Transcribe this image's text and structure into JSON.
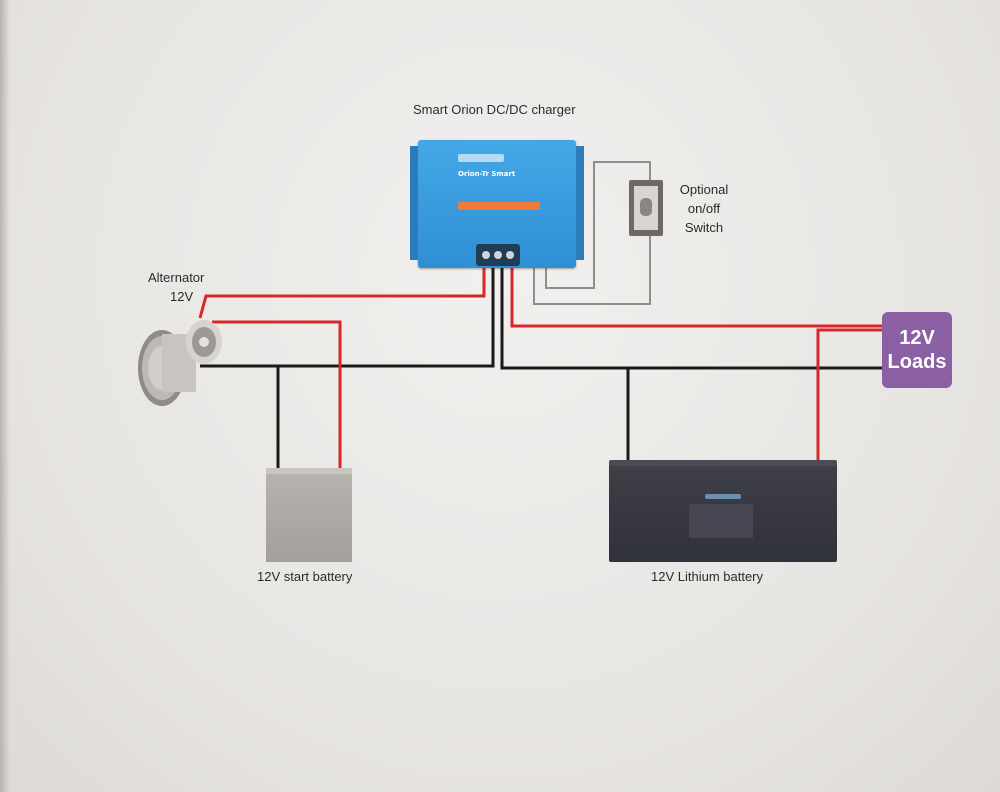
{
  "charger": {
    "title": "Smart Orion DC/DC charger",
    "model_text": "Orion-Tr Smart",
    "icon": "dc-dc-charger-icon"
  },
  "switch": {
    "label_line1": "Optional",
    "label_line2": "on/off",
    "label_line3": "Switch",
    "icon": "toggle-switch-icon"
  },
  "alternator": {
    "label_line1": "Alternator",
    "label_line2": "12V",
    "icon": "alternator-icon"
  },
  "loads": {
    "line1": "12V",
    "line2": "Loads"
  },
  "start_battery": {
    "label": "12V start battery",
    "icon": "lead-acid-battery-icon"
  },
  "lithium_battery": {
    "label": "12V Lithium battery",
    "icon": "lithium-battery-icon"
  },
  "colors": {
    "positive_wire": "#d9262b",
    "negative_wire": "#1a1a1a",
    "signal_wire": "#8e8e8e",
    "loads_box": "#8a5fa3",
    "charger_body": "#3a9be0"
  }
}
